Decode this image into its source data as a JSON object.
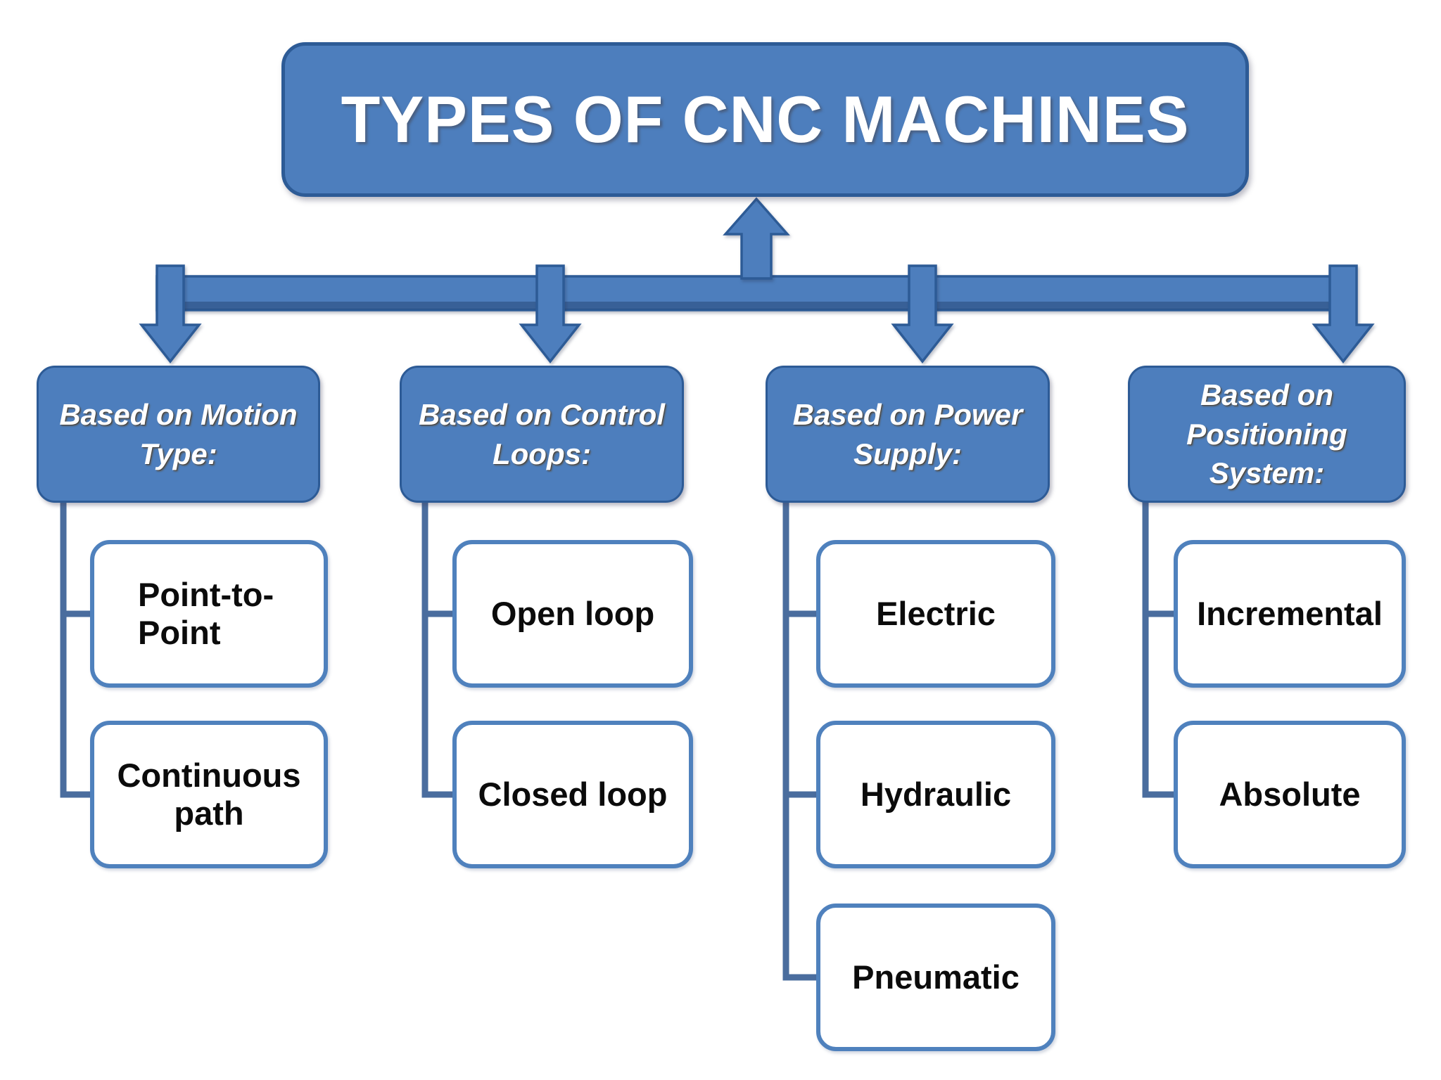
{
  "diagram": {
    "title": "TYPES OF CNC MACHINES",
    "columns": [
      {
        "name": "motion-type",
        "header": [
          "Based on Motion",
          "Type:"
        ],
        "children": [
          [
            "Point-to-",
            "Point"
          ],
          [
            "Continuous",
            "path"
          ]
        ]
      },
      {
        "name": "control-loops",
        "header": [
          "Based on Control",
          "Loops:"
        ],
        "children": [
          [
            "Open loop"
          ],
          [
            "Closed loop"
          ]
        ]
      },
      {
        "name": "power-supply",
        "header": [
          "Based on Power",
          "Supply:"
        ],
        "children": [
          [
            "Electric"
          ],
          [
            "Hydraulic"
          ],
          [
            "Pneumatic"
          ]
        ]
      },
      {
        "name": "positioning-system",
        "header": [
          "Based on",
          "Positioning",
          "System:"
        ],
        "children": [
          [
            "Incremental"
          ],
          [
            "Absolute"
          ]
        ]
      }
    ]
  },
  "colors": {
    "accent": "#4d7ebd",
    "accent-border": "#2d5b96",
    "connector": "#4a6d9e",
    "child-border": "#4f81bd",
    "child-fill": "#ffffff",
    "title-text": "#ffffff",
    "child-text": "#0b0b0b",
    "background": "#ffffff"
  }
}
